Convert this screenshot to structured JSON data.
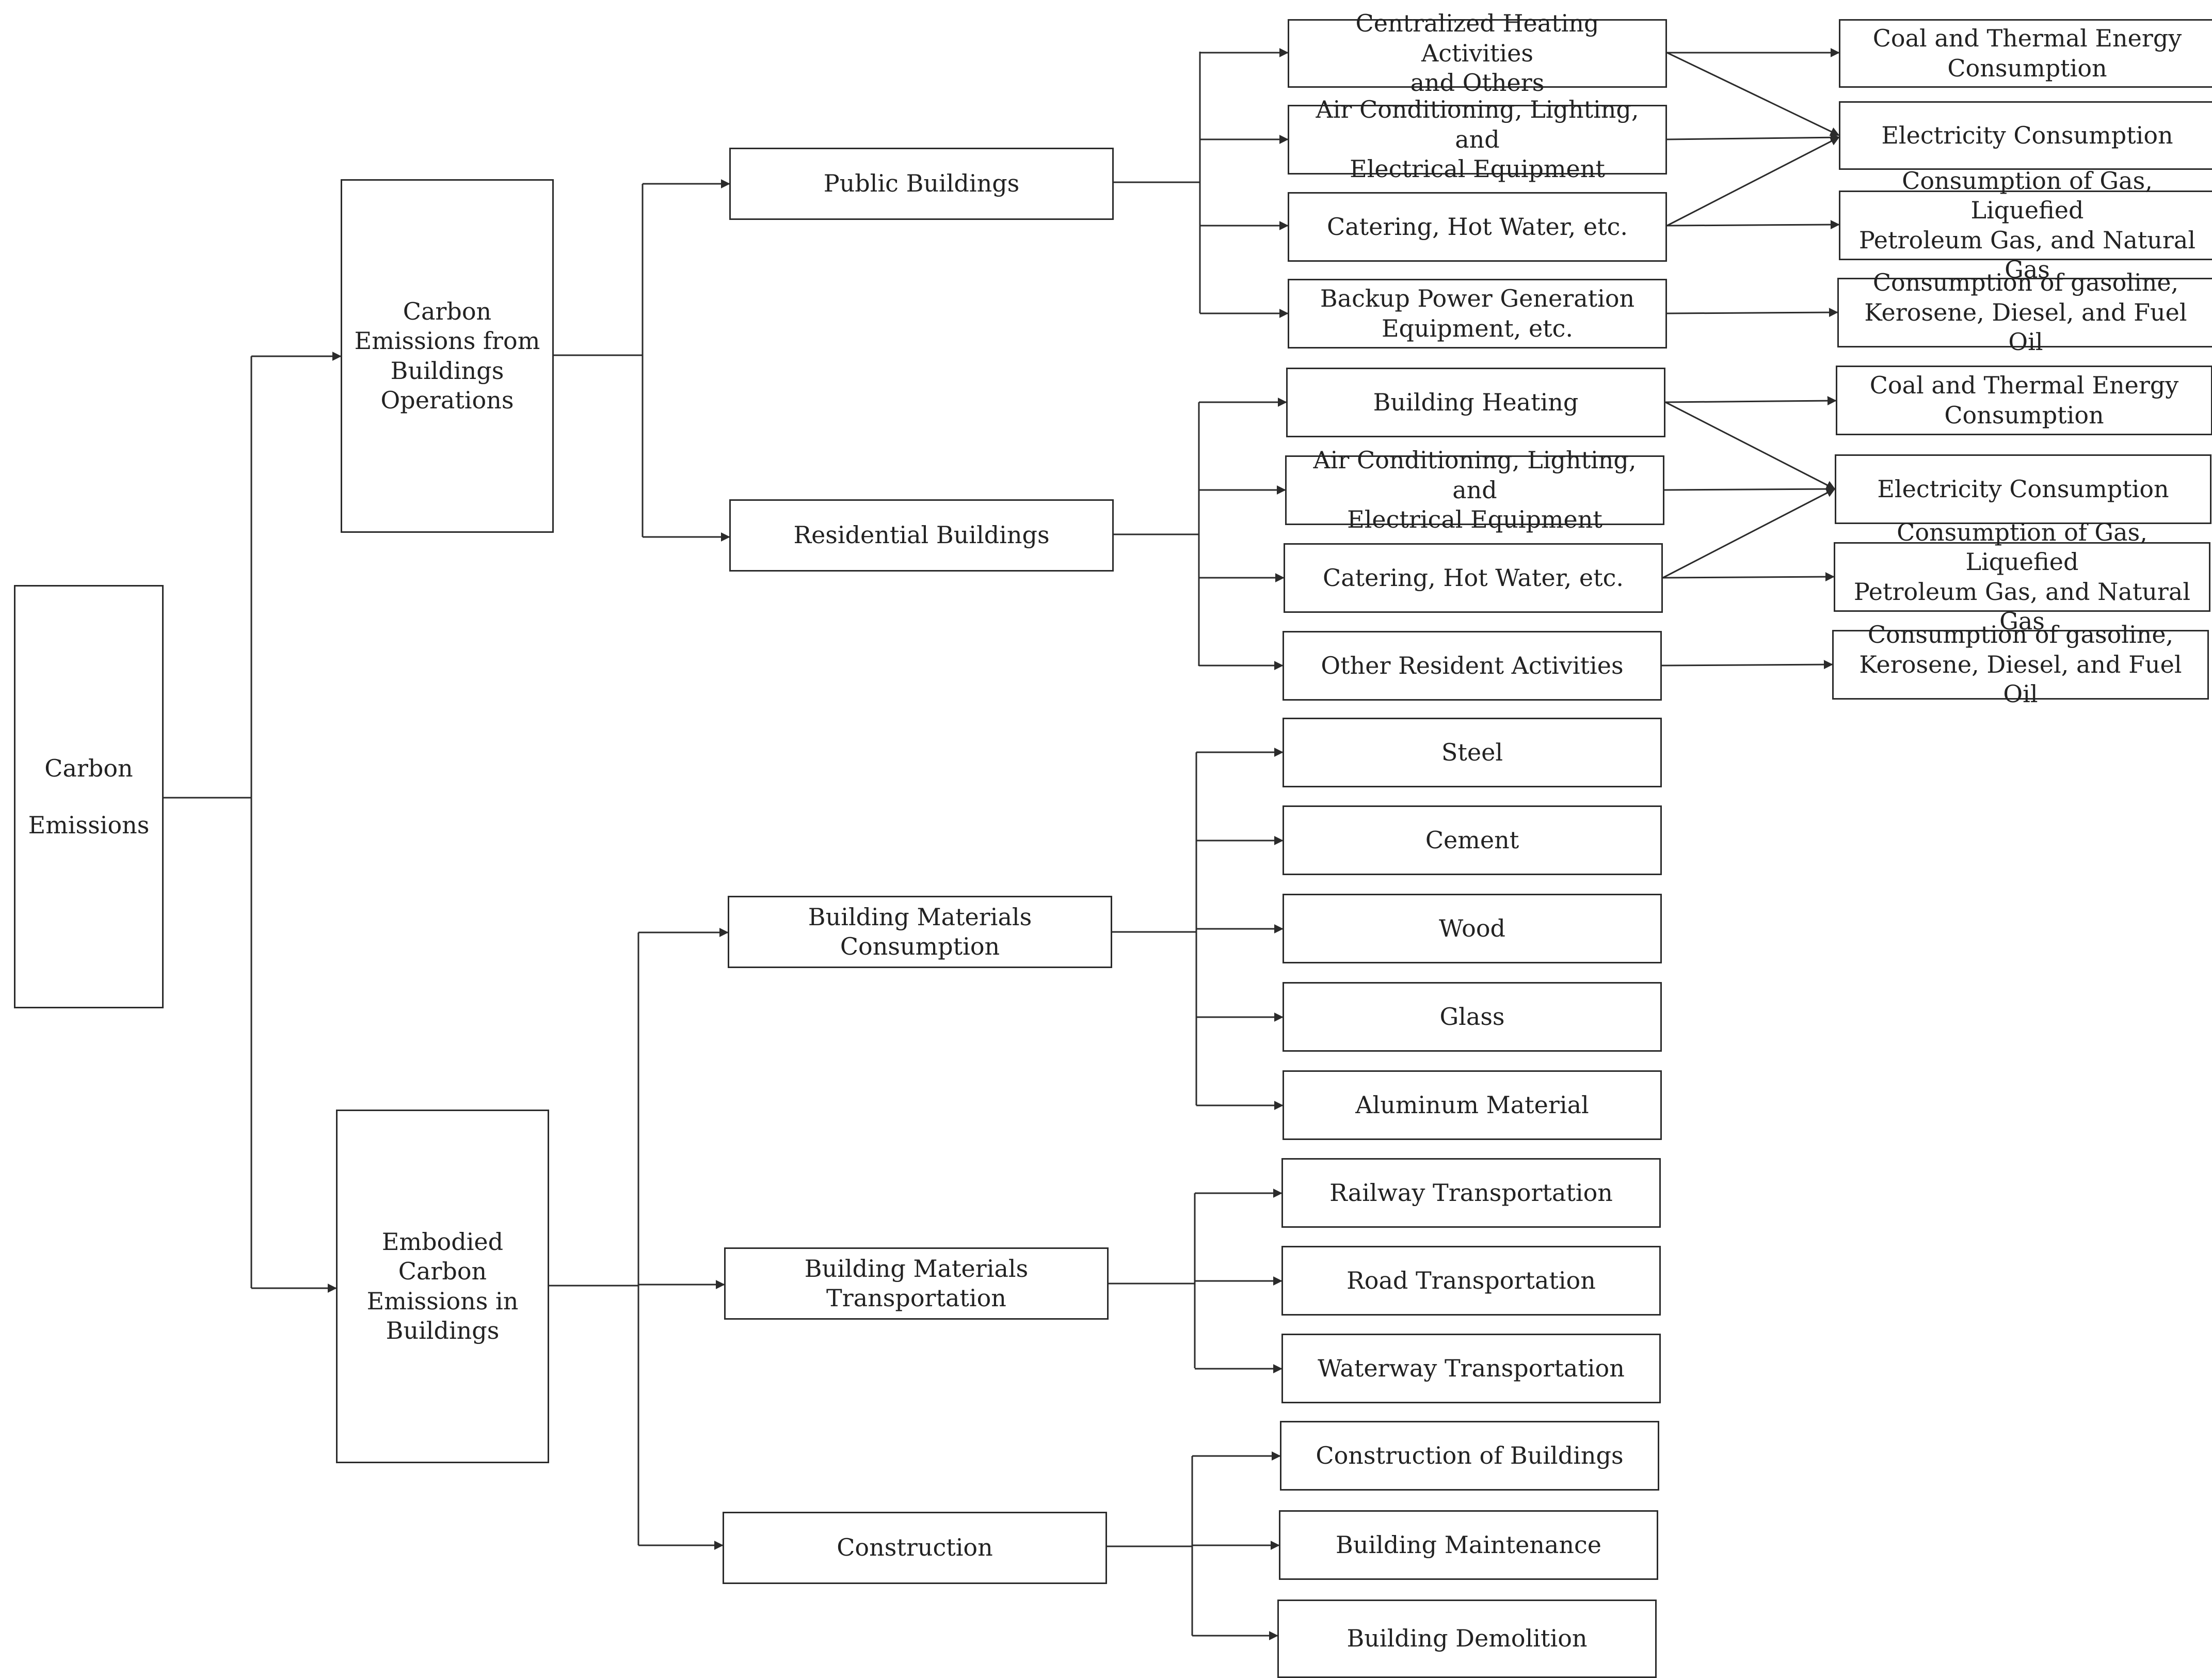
{
  "nodes": {
    "root": "Carbon\nEmissions",
    "operations": "Carbon\nEmissions from\nBuildings\nOperations",
    "embodied": "Embodied\nCarbon\nEmissions in\nBuildings",
    "public_buildings": "Public Buildings",
    "residential_buildings": "Residential Buildings",
    "materials_consumption": "Building Materials\nConsumption",
    "materials_transportation": "Building Materials\nTransportation",
    "construction": "Construction",
    "pub_heating": "Centralized Heating Activities\nand Others",
    "pub_ac": "Air Conditioning, Lighting, and\nElectrical Equipment",
    "pub_catering": "Catering, Hot Water, etc.",
    "pub_backup": "Backup Power Generation\nEquipment, etc.",
    "pub_coal": "Coal and Thermal Energy\nConsumption",
    "pub_electricity": "Electricity Consumption",
    "pub_gas": "Consumption of Gas, Liquefied\nPetroleum Gas, and Natural Gas",
    "pub_gasoline": "Consumption of gasoline,\nKerosene, Diesel, and Fuel Oil",
    "res_heating": "Building Heating",
    "res_ac": "Air Conditioning, Lighting, and\nElectrical Equipment",
    "res_catering": "Catering, Hot Water, etc.",
    "res_other": "Other Resident Activities",
    "res_coal": "Coal and Thermal Energy\nConsumption",
    "res_electricity": "Electricity Consumption",
    "res_gas": "Consumption of Gas, Liquefied\nPetroleum Gas, and Natural Gas",
    "res_gasoline": "Consumption of gasoline,\nKerosene, Diesel, and Fuel Oil",
    "steel": "Steel",
    "cement": "Cement",
    "wood": "Wood",
    "glass": "Glass",
    "aluminum": "Aluminum Material",
    "railway": "Railway Transportation",
    "road": "Road Transportation",
    "waterway": "Waterway Transportation",
    "construction_of_buildings": "Construction of Buildings",
    "maintenance": "Building Maintenance",
    "demolition": "Building Demolition"
  },
  "colors": {
    "stroke": "#2b2b2b",
    "text": "#222222",
    "background": "#ffffff"
  }
}
